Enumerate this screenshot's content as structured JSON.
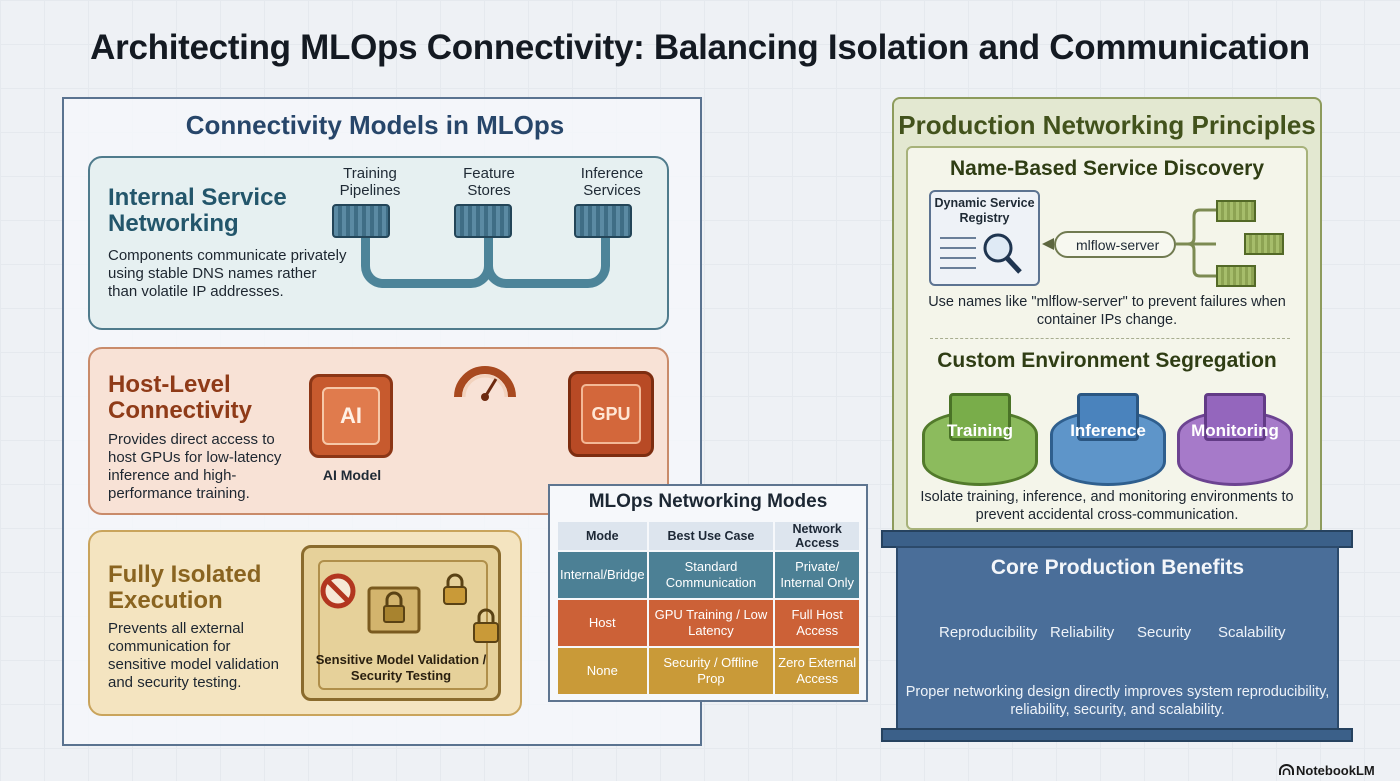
{
  "title": "Architecting MLOps Connectivity: Balancing Isolation and Communication",
  "connectivity_models": {
    "heading": "Connectivity Models in MLOps",
    "internal": {
      "title_line1": "Internal Service",
      "title_line2": "Networking",
      "description": "Components communicate privately using stable DNS names rather than volatile IP addresses.",
      "services": [
        {
          "line1": "Training",
          "line2": "Pipelines"
        },
        {
          "line1": "Feature",
          "line2": "Stores"
        },
        {
          "line1": "Inference",
          "line2": "Services"
        }
      ]
    },
    "host": {
      "title_line1": "Host-Level",
      "title_line2": "Connectivity",
      "description": "Provides direct access to host GPUs for low-latency inference and high-performance training.",
      "ai_chip_text": "AI",
      "ai_caption": "AI Model",
      "gpu_chip_text": "GPU"
    },
    "isolated": {
      "title_line1": "Fully Isolated",
      "title_line2": "Execution",
      "description": "Prevents all external communication for sensitive model validation and security testing.",
      "vault_caption": "Sensitive Model Validation / Security Testing"
    }
  },
  "modes_table": {
    "title": "MLOps Networking Modes",
    "headers": [
      "Mode",
      "Best Use Case",
      "Network Access"
    ],
    "rows": [
      {
        "mode": "Internal/Bridge",
        "use_case": "Standard Communication",
        "access": "Private/ Internal Only",
        "color": "#4c8095"
      },
      {
        "mode": "Host",
        "use_case": "GPU Training / Low Latency",
        "access": "Full Host Access",
        "color": "#cc6137"
      },
      {
        "mode": "None",
        "use_case": "Security / Offline Prop",
        "access": "Zero External Access",
        "color": "#c99a38"
      }
    ]
  },
  "production": {
    "heading": "Production Networking Principles",
    "discovery": {
      "title": "Name-Based Service Discovery",
      "registry_label": "Dynamic Service Registry",
      "service_name": "mlflow-server",
      "description": "Use names like \"mlflow-server\" to prevent failures when container IPs change."
    },
    "segregation": {
      "title": "Custom Environment Segregation",
      "environments": [
        {
          "label": "Training",
          "color": "#6fa048"
        },
        {
          "label": "Inference",
          "color": "#3f78b0"
        },
        {
          "label": "Monitoring",
          "color": "#8a5bb0"
        }
      ],
      "description": "Isolate training, inference, and monitoring environments to prevent accidental cross-communication."
    }
  },
  "benefits": {
    "title": "Core Production Benefits",
    "items": [
      "Reproducibility",
      "Reliability",
      "Security",
      "Scalability"
    ],
    "description": "Proper networking design directly improves system reproducibility, reliability, security, and scalability."
  },
  "brand": "NotebookLM",
  "colors": {
    "internal_accent": "#23566b",
    "host_accent": "#8f3b18",
    "isolated_accent": "#8a6420",
    "benefits_bg": "#4a6e99"
  }
}
